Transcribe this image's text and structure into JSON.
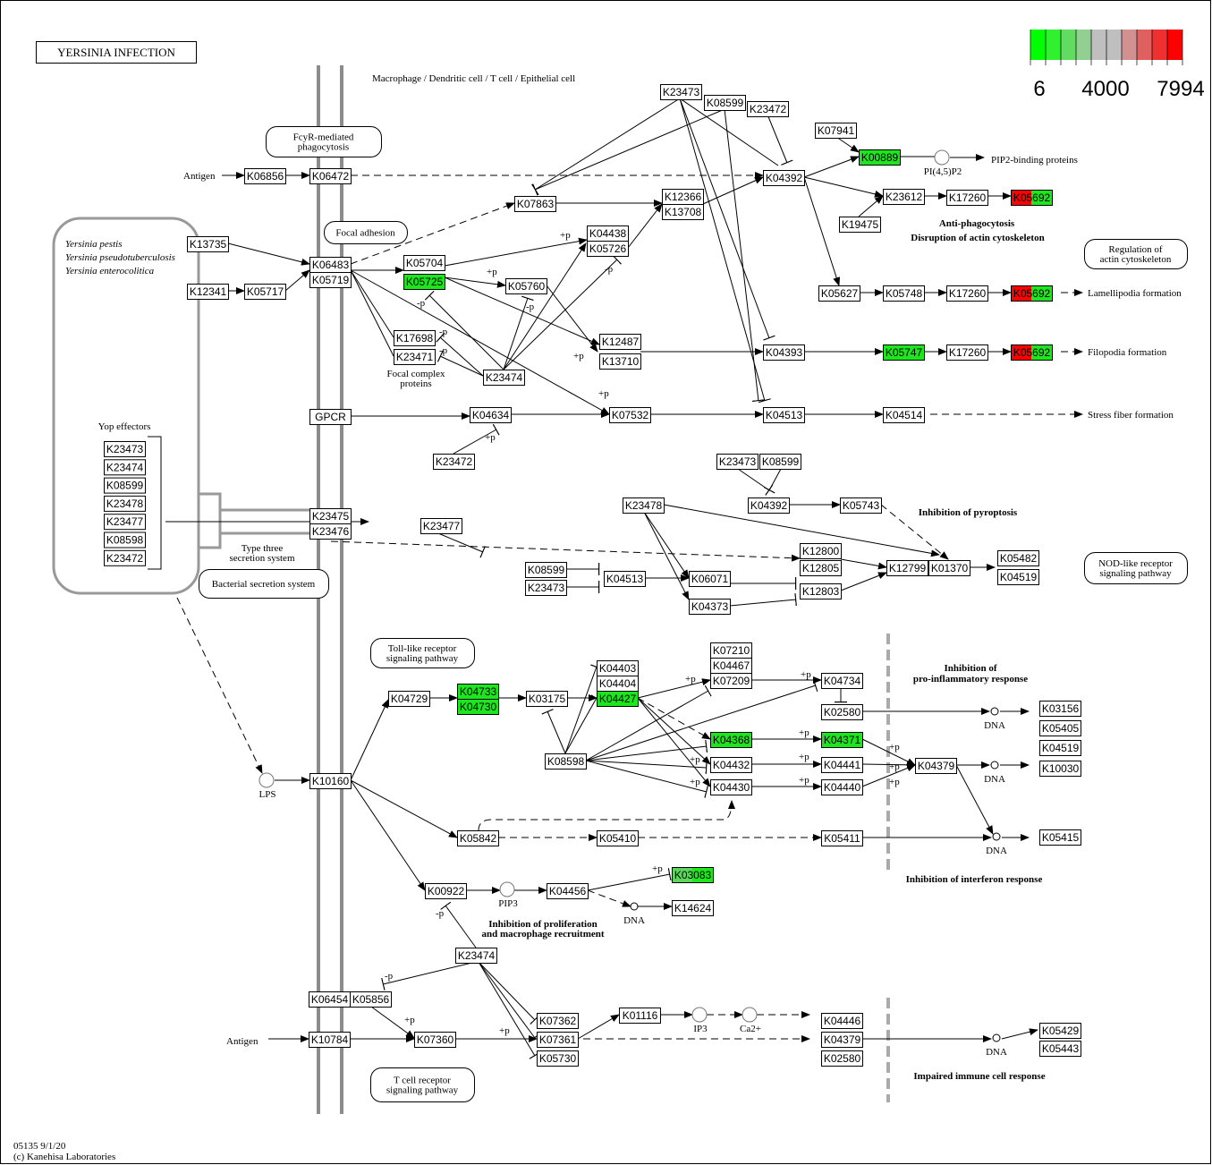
{
  "title": "YERSINIA INFECTION",
  "cell_label": "Macrophage / Dendritic cell / T cell / Epithelial cell",
  "legend": {
    "min_label": "6",
    "mid_label": "4000",
    "max_label": "7994",
    "colors": [
      "#00ff00",
      "#30f030",
      "#60dc60",
      "#92cf92",
      "#bfbfbf",
      "#bfbfbf",
      "#d29090",
      "#e06060",
      "#f03030",
      "#ff0000"
    ]
  },
  "colors": {
    "green": "#1ee61e",
    "red": "#ff0000",
    "light_green": "#5cd65c",
    "membrane": "#8c8c8c"
  },
  "organisms": [
    "Yersinia pestis",
    "Yersinia pseudotuberculosis",
    "Yersinia enterocolitica"
  ],
  "yop_effectors": {
    "label": "Yop effectors",
    "items": [
      "K23473",
      "K23474",
      "K08599",
      "K23478",
      "K23477",
      "K08598",
      "K23472"
    ]
  },
  "nodes": [
    {
      "label": "K06856"
    },
    {
      "label": "K06472"
    },
    {
      "label": "K23473"
    },
    {
      "label": "K08599"
    },
    {
      "label": "K23472"
    },
    {
      "label": "K07941"
    },
    {
      "label": "K00889",
      "fill": [
        "#1ee61e"
      ]
    },
    {
      "label": "K04392"
    },
    {
      "label": "K07863"
    },
    {
      "label": "K12366"
    },
    {
      "label": "K13708"
    },
    {
      "label": "K23612"
    },
    {
      "label": "K17260"
    },
    {
      "label": "K05692",
      "fill": [
        "#ff0000",
        "#1ee61e"
      ]
    },
    {
      "label": "K19475"
    },
    {
      "label": "K13735"
    },
    {
      "label": "K06483"
    },
    {
      "label": "K05719"
    },
    {
      "label": "K05704"
    },
    {
      "label": "K05725",
      "fill": [
        "#1ee61e"
      ]
    },
    {
      "label": "K04438"
    },
    {
      "label": "K05726"
    },
    {
      "label": "K05760"
    },
    {
      "label": "K12341"
    },
    {
      "label": "K05717"
    },
    {
      "label": "K05627"
    },
    {
      "label": "K05748"
    },
    {
      "label": "K17260"
    },
    {
      "label": "K05692",
      "fill": [
        "#ff0000",
        "#1ee61e"
      ]
    },
    {
      "label": "K17698"
    },
    {
      "label": "K23471"
    },
    {
      "label": "K23474"
    },
    {
      "label": "K12487"
    },
    {
      "label": "K13710"
    },
    {
      "label": "K04393"
    },
    {
      "label": "K05747",
      "fill": [
        "#1ee61e"
      ]
    },
    {
      "label": "K17260"
    },
    {
      "label": "K05692",
      "fill": [
        "#ff0000",
        "#1ee61e"
      ]
    },
    {
      "label": "GPCR"
    },
    {
      "label": "K04634"
    },
    {
      "label": "K07532"
    },
    {
      "label": "K04513"
    },
    {
      "label": "K04514"
    },
    {
      "label": "K23472"
    },
    {
      "label": "K23473"
    },
    {
      "label": "K08599"
    },
    {
      "label": "K04392"
    },
    {
      "label": "K05743"
    },
    {
      "label": "K23478"
    },
    {
      "label": "K23475"
    },
    {
      "label": "K23476"
    },
    {
      "label": "K23477"
    },
    {
      "label": "K12800"
    },
    {
      "label": "K12805"
    },
    {
      "label": "K12799"
    },
    {
      "label": "K01370"
    },
    {
      "label": "K05482"
    },
    {
      "label": "K04519"
    },
    {
      "label": "K08599"
    },
    {
      "label": "K23473"
    },
    {
      "label": "K04513"
    },
    {
      "label": "K06071"
    },
    {
      "label": "K12803"
    },
    {
      "label": "K04373"
    },
    {
      "label": "K07210"
    },
    {
      "label": "K04467"
    },
    {
      "label": "K07209"
    },
    {
      "label": "K04403"
    },
    {
      "label": "K04404"
    },
    {
      "label": "K04427",
      "fill": [
        "#1ee61e"
      ]
    },
    {
      "label": "K04729"
    },
    {
      "label": "K04733",
      "fill": [
        "#1ee61e"
      ]
    },
    {
      "label": "K04730",
      "fill": [
        "#1ee61e"
      ]
    },
    {
      "label": "K03175"
    },
    {
      "label": "K04734"
    },
    {
      "label": "K02580"
    },
    {
      "label": "K03156"
    },
    {
      "label": "K05405"
    },
    {
      "label": "K04519"
    },
    {
      "label": "K10030"
    },
    {
      "label": "K08598"
    },
    {
      "label": "K04368",
      "fill": [
        "#1ee61e"
      ]
    },
    {
      "label": "K04371",
      "fill": [
        "#1ee61e"
      ]
    },
    {
      "label": "K04432"
    },
    {
      "label": "K04441"
    },
    {
      "label": "K04430"
    },
    {
      "label": "K04440"
    },
    {
      "label": "K04379"
    },
    {
      "label": "K10160"
    },
    {
      "label": "K05842"
    },
    {
      "label": "K05410"
    },
    {
      "label": "K05411"
    },
    {
      "label": "K05415"
    },
    {
      "label": "K00922"
    },
    {
      "label": "K04456"
    },
    {
      "label": "K03083",
      "fill": [
        "#5cd65c",
        "#1ee61e"
      ]
    },
    {
      "label": "K14624"
    },
    {
      "label": "K23474"
    },
    {
      "label": "K06454"
    },
    {
      "label": "K05856"
    },
    {
      "label": "K10784"
    },
    {
      "label": "K07360"
    },
    {
      "label": "K07362"
    },
    {
      "label": "K07361"
    },
    {
      "label": "K05730"
    },
    {
      "label": "K01116"
    },
    {
      "label": "K04446"
    },
    {
      "label": "K04379"
    },
    {
      "label": "K02580"
    },
    {
      "label": "K05429"
    },
    {
      "label": "K05443"
    }
  ],
  "compounds": [
    "PI(4,5)P2",
    "LPS",
    "PIP3",
    "IP3",
    "Ca2+"
  ],
  "dna_label": "DNA",
  "pathway_maps": [
    [
      "FcyR-mediated",
      "phagocytosis"
    ],
    [
      "Focal adhesion"
    ],
    [
      "Regulation of",
      "actin cytoskeleton"
    ],
    [
      "Bacterial secretion system"
    ],
    [
      "NOD-like receptor",
      "signaling pathway"
    ],
    [
      "Toll-like receptor",
      "signaling pathway"
    ],
    [
      "T cell receptor",
      "signaling pathway"
    ]
  ],
  "texts": [
    "Antigen",
    "PIP2-binding proteins",
    "Anti-phagocytosis",
    "Disruption of actin cytoskeleton",
    "Lamellipodia formation",
    "Filopodia formation",
    "Stress fiber formation",
    "Focal complex",
    "proteins",
    "Inhibition of pyroptosis",
    "Type three",
    "secretion system",
    "Inhibition of",
    "pro-inflammatory response",
    "Inhibition of interferon response",
    "Inhibition of proliferation",
    "and macrophage recruitment",
    "Impaired immune cell response",
    "Antigen",
    "05135 9/1/20",
    "(c) Kanehisa Laboratories"
  ],
  "modifiers": [
    "+p",
    "+p",
    "-p",
    "-p",
    "-p",
    "-p",
    "-p",
    "+p",
    "+p",
    "+p",
    "+p",
    "+p",
    "+p",
    "+p",
    "+p",
    "+p",
    "+p",
    "+p",
    "+p",
    "+p",
    "-p",
    "-p",
    "+p",
    "+p",
    "+p"
  ]
}
